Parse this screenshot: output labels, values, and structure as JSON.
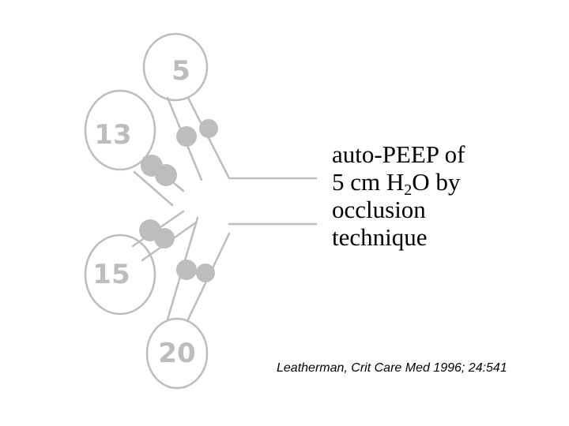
{
  "diagram": {
    "alveoli": [
      {
        "label": "5"
      },
      {
        "label": "13"
      },
      {
        "label": "15"
      },
      {
        "label": "20"
      }
    ],
    "colors": {
      "outline": "#bdbdbd",
      "valve_fill": "#bdbdbd",
      "airway_line": "#9e9e9e"
    }
  },
  "caption": {
    "line1": "auto-PEEP of",
    "line2_prefix": "5 cm H",
    "line2_sub": "2",
    "line2_suffix": "O by",
    "line3": "occlusion",
    "line4": "technique"
  },
  "citation": "Leatherman, Crit Care Med 1996; 24:541"
}
